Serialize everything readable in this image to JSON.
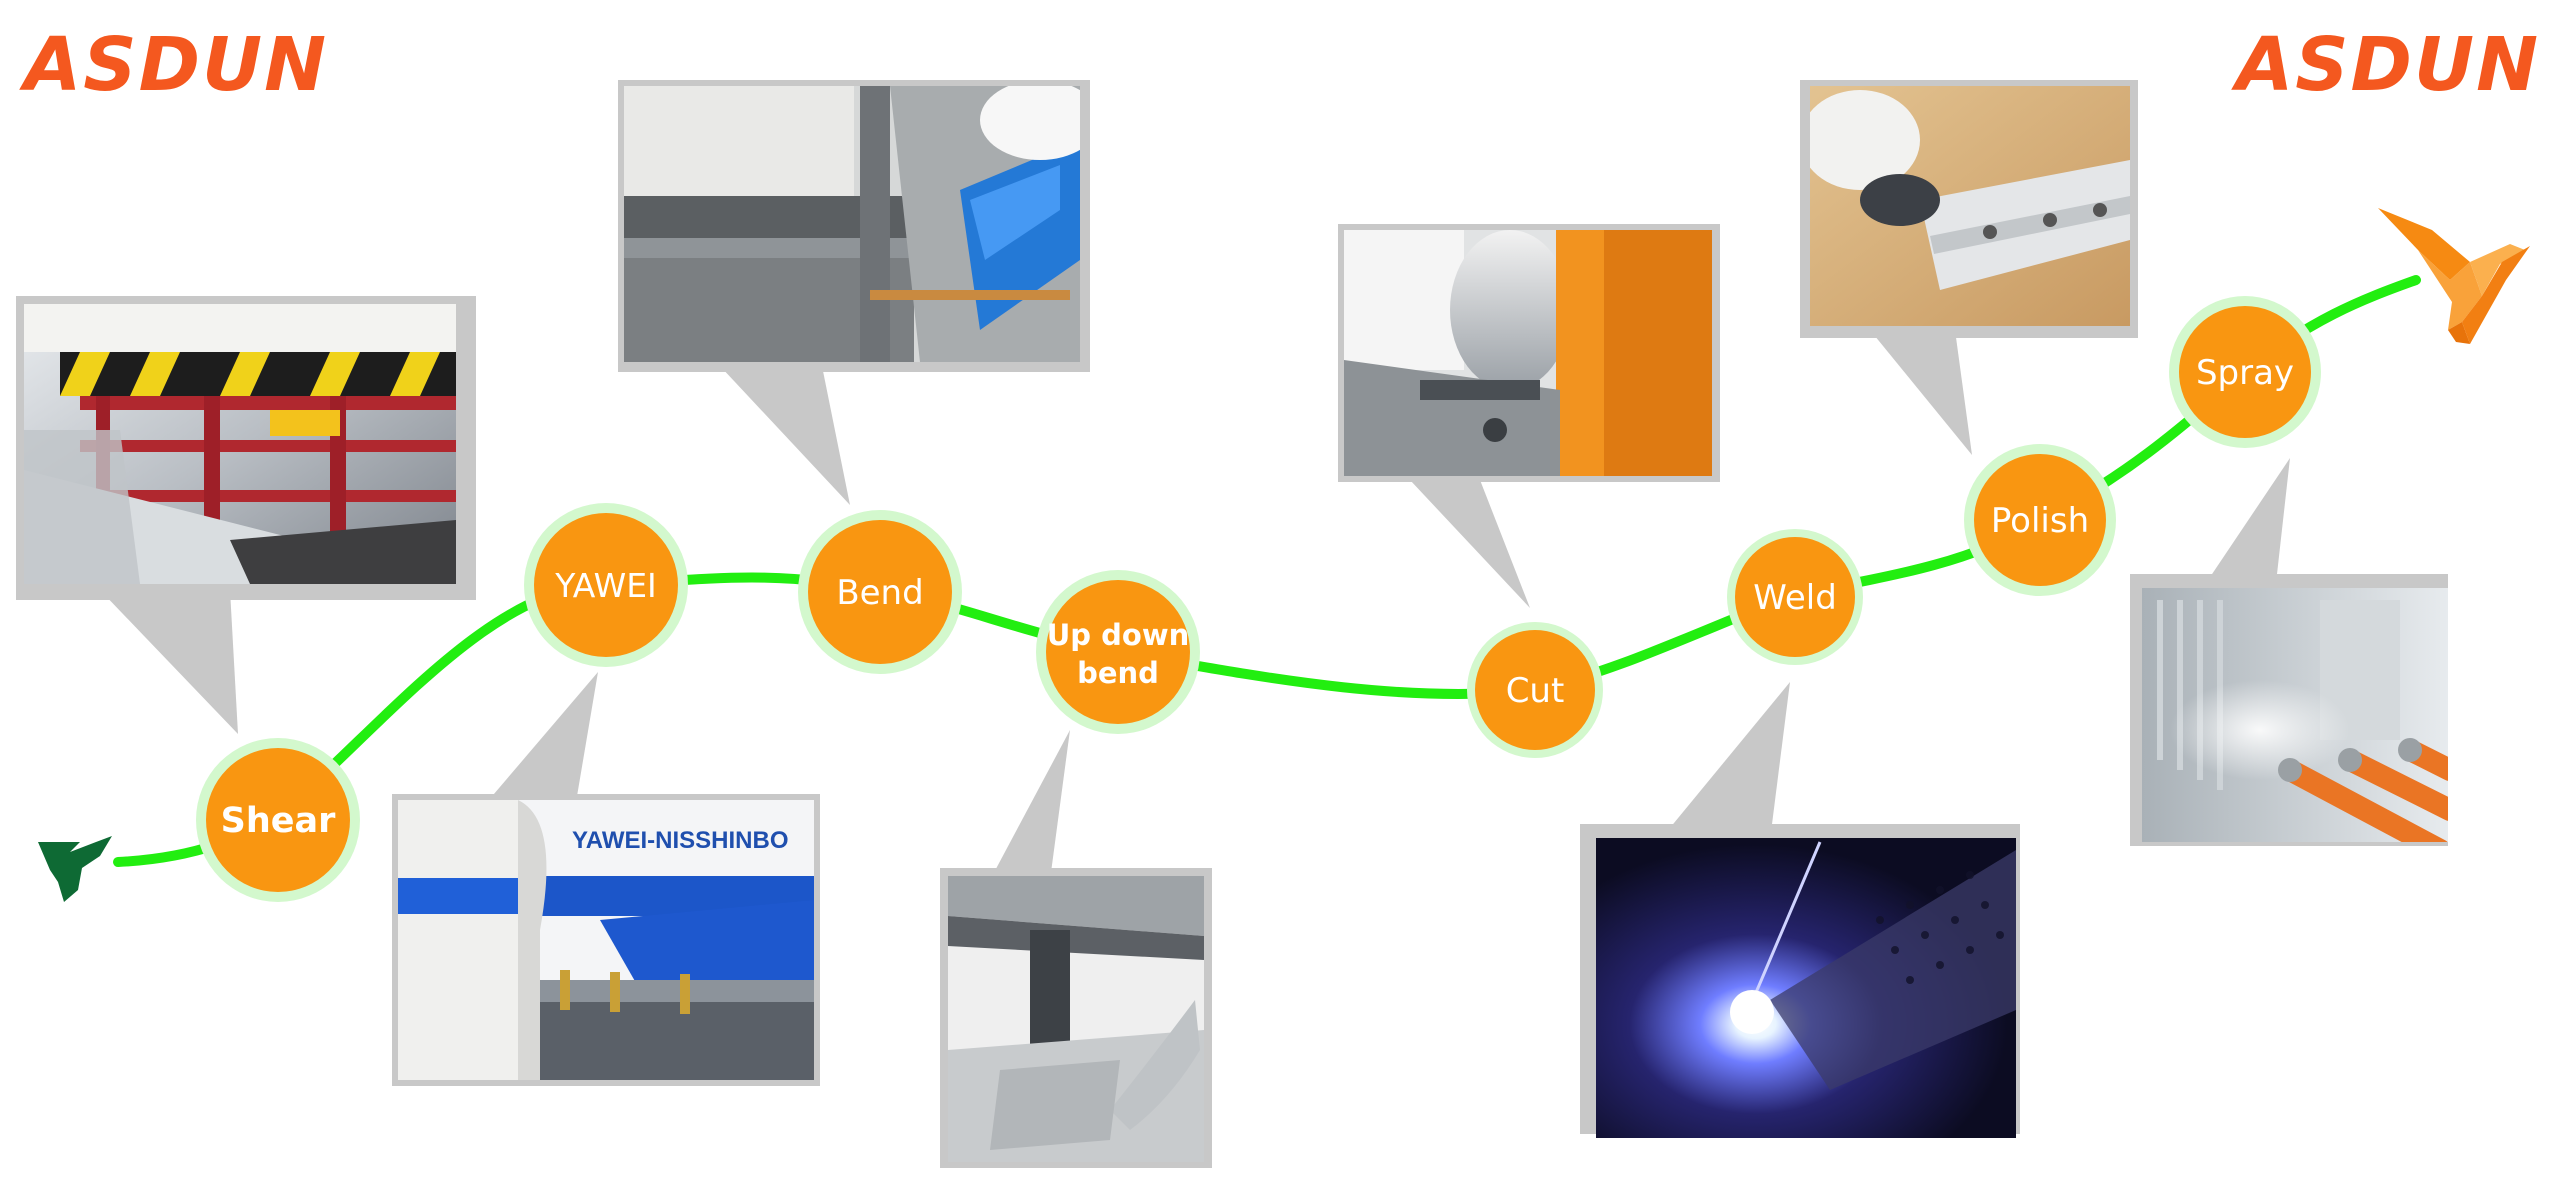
{
  "brand": {
    "logo_text": "ASDUN",
    "logo_color": "#f4581f"
  },
  "colors": {
    "path_green": "#22ee10",
    "node_orange": "#f99611",
    "node_halo": "#d3f8cd",
    "callout_gray": "#c8c8c8",
    "start_bird": "#0e6a34",
    "end_bird": "#f68a12"
  },
  "steps": [
    {
      "id": "shear",
      "label_lines": [
        "Shear"
      ]
    },
    {
      "id": "yawei",
      "label_lines": [
        "YAWEI"
      ]
    },
    {
      "id": "bend",
      "label_lines": [
        "Bend"
      ]
    },
    {
      "id": "updown",
      "label_lines": [
        "Up down",
        "bend"
      ]
    },
    {
      "id": "cut",
      "label_lines": [
        "Cut"
      ]
    },
    {
      "id": "weld",
      "label_lines": [
        "Weld"
      ]
    },
    {
      "id": "polish",
      "label_lines": [
        "Polish"
      ]
    },
    {
      "id": "spray",
      "label_lines": [
        "Spray"
      ]
    }
  ],
  "photos": {
    "yawei_machine_brand": "YAWEI-NISSHINBO"
  },
  "icons": {
    "start": "bird-start-icon",
    "end": "bird-end-icon"
  }
}
